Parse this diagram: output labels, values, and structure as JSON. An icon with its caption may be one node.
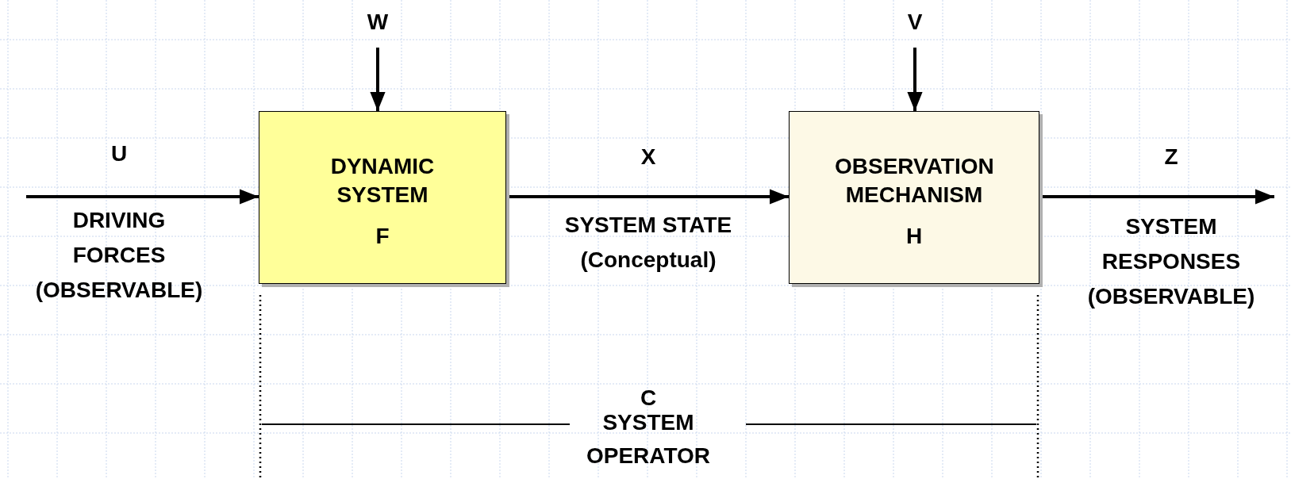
{
  "diagram": {
    "nodes": [
      {
        "text": [
          "W"
        ]
      },
      {
        "text": [
          "DYNAMIC SYSTEM",
          "F"
        ]
      },
      {
        "text": [
          "V"
        ]
      },
      {
        "text": [
          "OBSERVATION MECHANISM",
          "H"
        ]
      }
    ],
    "edges": [
      {
        "from": 0,
        "to": 1,
        "arrow": "to"
      },
      {
        "from": 2,
        "to": 3,
        "arrow": "to"
      },
      {
        "from": null,
        "to": 1,
        "arrow": "to"
      },
      {
        "from": 1,
        "to": 3,
        "arrow": "to"
      },
      {
        "from": 3,
        "to": null,
        "arrow": "to"
      }
    ],
    "labels": [
      "U",
      "X",
      "Z",
      "DRIVING FORCES (OBSERVABLE)",
      "SYSTEM STATE (Conceptual)",
      "SYSTEM RESPONSES (OBSERVABLE)",
      "C",
      "SYSTEM OPERATOR"
    ]
  }
}
